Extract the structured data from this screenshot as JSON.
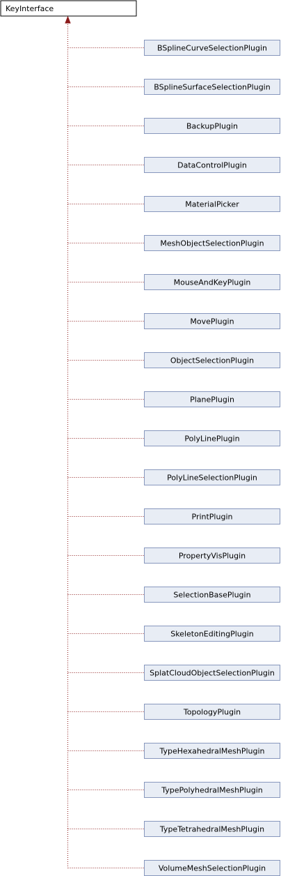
{
  "diagram": {
    "base_class": "KeyInterface",
    "derived_classes": [
      "BSplineCurveSelectionPlugin",
      "BSplineSurfaceSelectionPlugin",
      "BackupPlugin",
      "DataControlPlugin",
      "MaterialPicker",
      "MeshObjectSelectionPlugin",
      "MouseAndKeyPlugin",
      "MovePlugin",
      "ObjectSelectionPlugin",
      "PlanePlugin",
      "PolyLinePlugin",
      "PolyLineSelectionPlugin",
      "PrintPlugin",
      "PropertyVisPlugin",
      "SelectionBasePlugin",
      "SkeletonEditingPlugin",
      "SplatCloudObjectSelectionPlugin",
      "TopologyPlugin",
      "TypeHexahedralMeshPlugin",
      "TypePolyhedralMeshPlugin",
      "TypeTetrahedralMeshPlugin",
      "VolumeMeshSelectionPlugin"
    ],
    "colors": {
      "base_fill": "#ffffff",
      "base_stroke": "#000000",
      "derived_fill": "#e8edf5",
      "derived_stroke": "#8797bd",
      "edge": "#8b1a1a"
    }
  }
}
